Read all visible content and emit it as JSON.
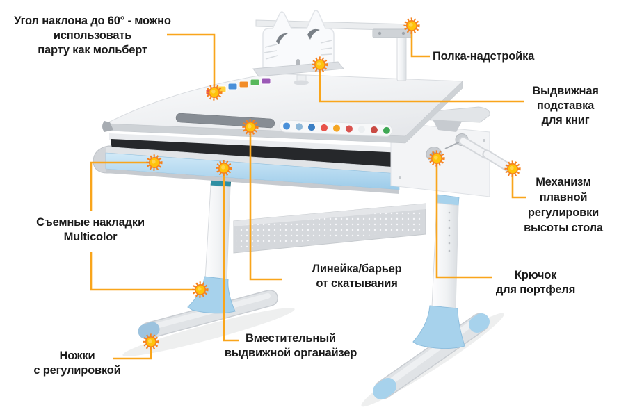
{
  "callouts": {
    "tilt": {
      "text": "Угол наклона до 60° - можно\nиспользовать\nпарту как мольберт"
    },
    "shelf": {
      "text": "Полка-надстройка"
    },
    "book_stand": {
      "text": "Выдвижная\nподставка\nдля книг"
    },
    "height_mechanism": {
      "text": "Механизм\nплавной\nрегулировки\nвысоты стола"
    },
    "bag_hook": {
      "text": "Крючок\nдля портфеля"
    },
    "multicolor_pads": {
      "text": "Съемные накладки\nMulticolor"
    },
    "ruler_barrier": {
      "text": "Линейка/барьер\nот скатывания"
    },
    "organizer": {
      "text": "Вместительный\nвыдвижной органайзер"
    },
    "legs": {
      "text": "Ножки\nс регулировкой"
    }
  },
  "colors": {
    "connector_line": "#F9A51B",
    "marker_spikes": "#F5821F",
    "marker_core": "#FFC30B",
    "label_text": "#1B1B1B",
    "desk_body": "#F3F4F6",
    "accent_blue": "#A7D2EC",
    "drawer_blue": "#B5DCF2",
    "clamp_teal": "#2E8FA3",
    "background": "#FFFFFF"
  }
}
